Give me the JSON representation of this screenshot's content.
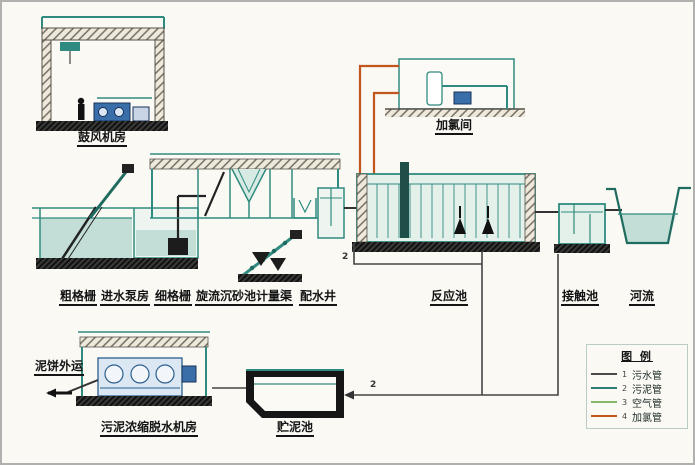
{
  "units": {
    "blower_room": "鼓风机房",
    "chlorination_room": "加氯间",
    "coarse_screen": "粗格栅",
    "inlet_pump_house": "进水泵房",
    "fine_screen": "细格栅",
    "vortex_grit_chamber": "旋流沉砂池",
    "metering_channel": "计量渠",
    "distribution_well": "配水井",
    "reaction_tank": "反应池",
    "contact_tank": "接触池",
    "river": "河流",
    "sludge_cake_transport": "泥饼外运",
    "sludge_dewatering_room": "污泥浓缩脱水机房",
    "sludge_storage_tank": "贮泥池"
  },
  "legend": {
    "title": "图 例",
    "items": [
      {
        "num": "1",
        "label": "污水管",
        "color": "#4a4a4a"
      },
      {
        "num": "2",
        "label": "污泥管",
        "color": "#2e7d74"
      },
      {
        "num": "3",
        "label": "空气管",
        "color": "#86b86a"
      },
      {
        "num": "4",
        "label": "加氯管",
        "color": "#c2571d"
      }
    ]
  },
  "pipe_tags": {
    "reaction_outlet": "2",
    "storage_inlet": "2"
  },
  "colors": {
    "structure_teal": "#2f8b7f",
    "water_fill": "#c2ded6",
    "chlorine_pipe_orange": "#c2571d",
    "equipment_blue": "#3a6ea8",
    "base_black": "#1c1c1c",
    "background": "#faf9f4"
  }
}
